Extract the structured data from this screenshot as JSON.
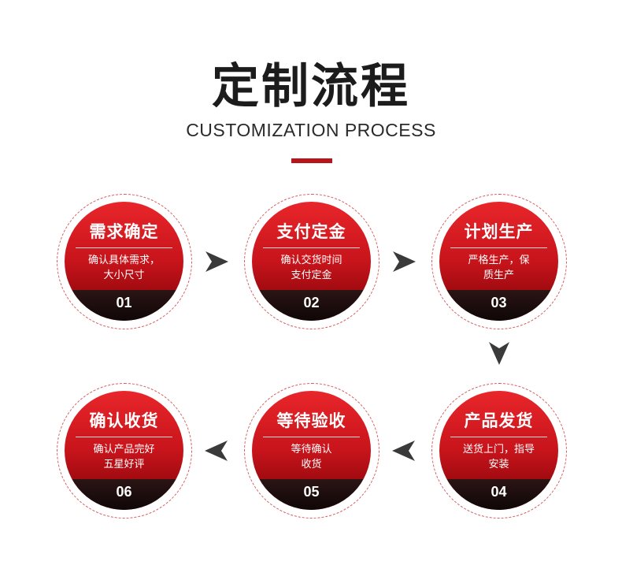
{
  "header": {
    "title": "定制流程",
    "subtitle": "CUSTOMIZATION PROCESS"
  },
  "steps": [
    {
      "title": "需求确定",
      "desc_line1": "确认具体需求，",
      "desc_line2": "大小尺寸",
      "number": "01"
    },
    {
      "title": "支付定金",
      "desc_line1": "确认交货时间",
      "desc_line2": "支付定金",
      "number": "02"
    },
    {
      "title": "计划生产",
      "desc_line1": "严格生产，保",
      "desc_line2": "质生产",
      "number": "03"
    },
    {
      "title": "产品发货",
      "desc_line1": "送货上门，指导",
      "desc_line2": "安装",
      "number": "04"
    },
    {
      "title": "等待验收",
      "desc_line1": "等待确认",
      "desc_line2": "收货",
      "number": "05"
    },
    {
      "title": "确认收货",
      "desc_line1": "确认产品完好",
      "desc_line2": "五星好评",
      "number": "06"
    }
  ],
  "colors": {
    "accent_red": "#d41c22",
    "dark_band": "#1a0b0b",
    "arrow": "#3a3a3a"
  },
  "icons": {
    "arrow_right": "arrow-right-icon",
    "arrow_down": "arrow-down-icon",
    "arrow_left": "arrow-left-icon"
  }
}
